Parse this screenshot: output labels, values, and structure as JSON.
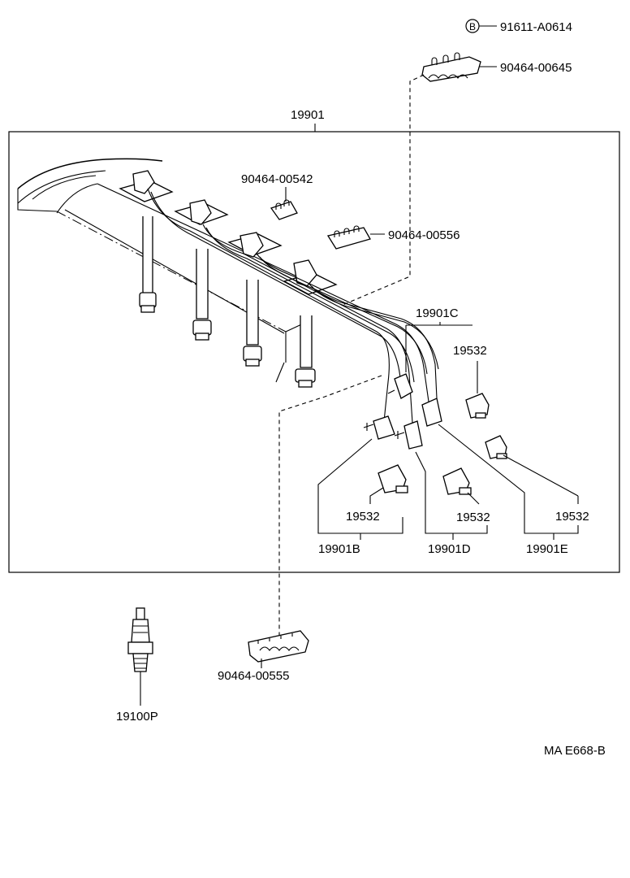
{
  "diagram_code": "MA E668-B",
  "circle_marker": "B",
  "labels": {
    "bolt": "91611-A0614",
    "clamp_top": "90464-00645",
    "cord_set": "19901",
    "clamp_a": "90464-00542",
    "clamp_b": "90464-00556",
    "cord_c": "19901C",
    "boot_c": "19532",
    "boot_b": "19532",
    "boot_d": "19532",
    "boot_e": "19532",
    "cord_b": "19901B",
    "cord_d": "19901D",
    "cord_e": "19901E",
    "clamp_bottom": "90464-00555",
    "spark_plug": "19100P"
  }
}
